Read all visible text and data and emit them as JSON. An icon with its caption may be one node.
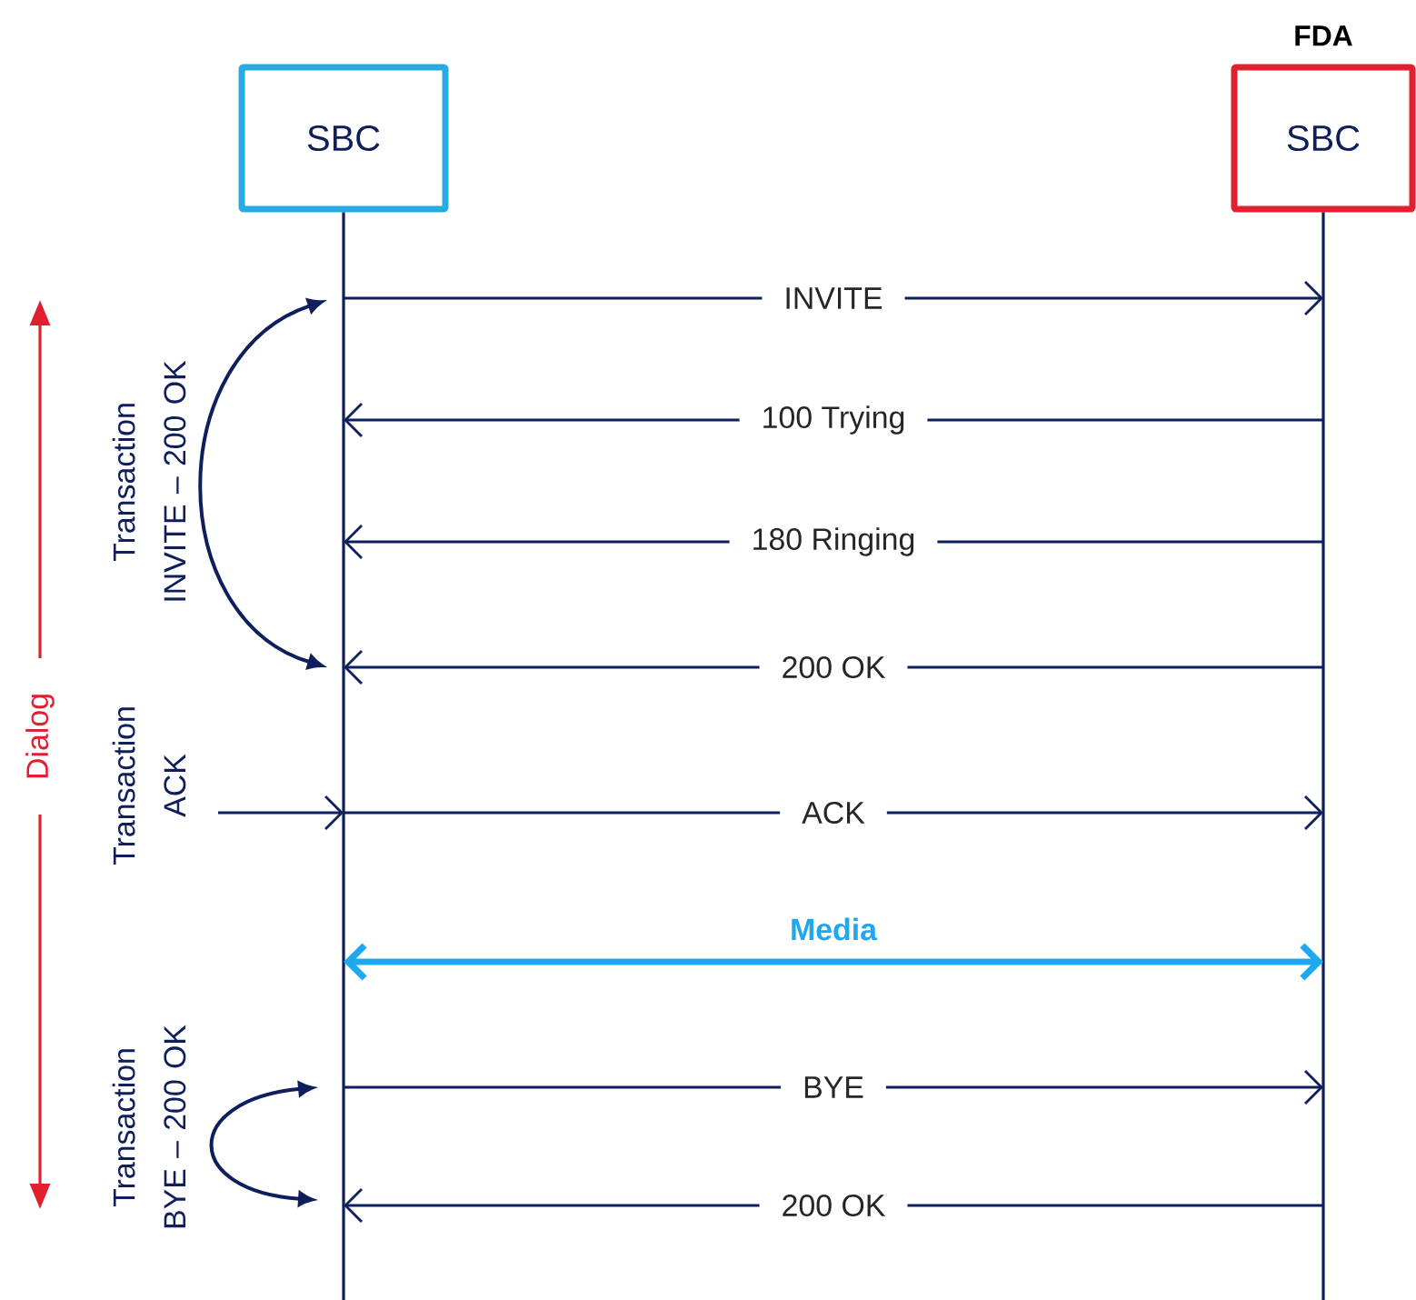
{
  "diagram": {
    "nodes": [
      {
        "text": [
          "SBC"
        ]
      },
      {
        "text": [
          "FDA",
          "SBC"
        ]
      }
    ],
    "edges": [
      {
        "from": 0,
        "to": 1,
        "arrow": "to",
        "label": "INVITE"
      },
      {
        "from": 1,
        "to": 0,
        "arrow": "to",
        "label": "100 Trying"
      },
      {
        "from": 1,
        "to": 0,
        "arrow": "to",
        "label": "180 Ringing"
      },
      {
        "from": 1,
        "to": 0,
        "arrow": "to",
        "label": "200 OK"
      },
      {
        "from": null,
        "to": 0,
        "arrow": "to"
      },
      {
        "from": 0,
        "to": 1,
        "arrow": "to",
        "label": "ACK"
      },
      {
        "from": 0,
        "to": 1,
        "arrow": "both",
        "label": "Media",
        "style": "thick",
        "color": "#1fa7f0"
      },
      {
        "from": 0,
        "to": 1,
        "arrow": "to",
        "label": "BYE"
      },
      {
        "from": 1,
        "to": 0,
        "arrow": "to",
        "label": "200 OK"
      }
    ],
    "labels": [
      "Transaction INVITE – 200 OK",
      "Transaction ACK",
      "Transaction BYE – 200 OK",
      "Dialog"
    ]
  }
}
